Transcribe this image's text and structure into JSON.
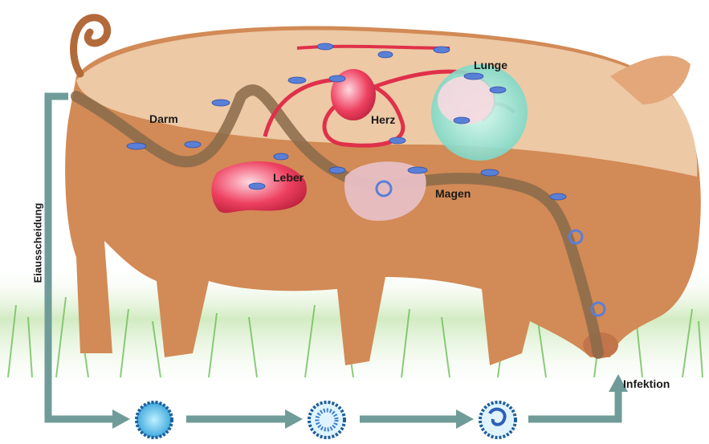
{
  "labels": {
    "darm": "Darm",
    "herz": "Herz",
    "lunge": "Lunge",
    "leber": "Leber",
    "magen": "Magen",
    "infektion": "Infektion",
    "eiausscheidung": "Eiausscheidung"
  },
  "colors": {
    "pig_body": "#d28a56",
    "pig_back": "#f0cfae",
    "grass": "#7cc46a",
    "flow_arrow": "#6f9c98",
    "intestine": "#8a6a4a",
    "vessel": "#e0304a",
    "lung": "#8fe2d4",
    "larva": "#5a7fd6",
    "egg": "#4a90d9"
  },
  "icons": [
    "egg-icon",
    "embryonated-egg-icon",
    "larva-egg-icon"
  ]
}
